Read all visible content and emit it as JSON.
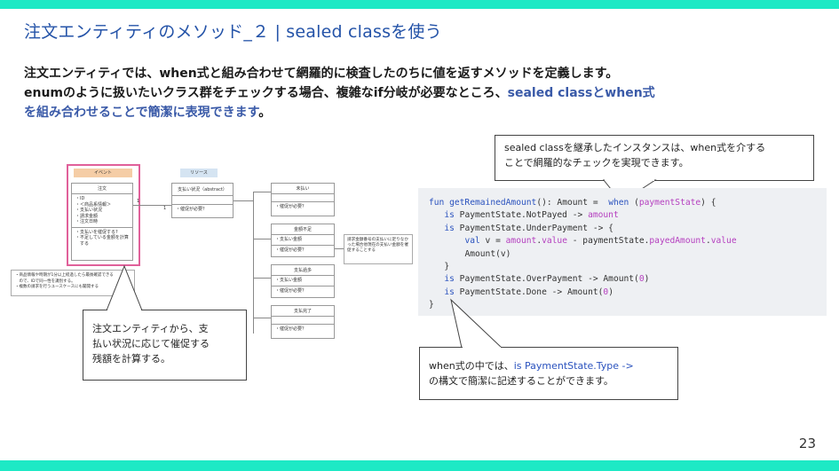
{
  "slide": {
    "title": "注文エンティティのメソッド_２ | sealed classを使う",
    "intro_line1": "注文エンティティでは、when式と組み合わせて網羅的に検査したのちに値を返すメソッドを定義します。",
    "intro_line2": "enumのように扱いたいクラス群をチェックする場合、複雑なif分岐が必要なところ、",
    "intro_highlight_a": "sealed classとwhen式",
    "intro_highlight_b": "を組み合わせることで簡潔に表現できます",
    "intro_end": "。",
    "page_number": "23"
  },
  "diagram": {
    "event_header": "イベント",
    "resource_header": "リソース",
    "order_box": {
      "title": "注文",
      "lines": [
        "ID",
        "＜商品系情報＞",
        "支払い状況",
        "請求金額",
        "注文日時"
      ],
      "method_lines": [
        "支払いを催促する?",
        "不足している金額を計算",
        "する"
      ]
    },
    "payment_status": {
      "title": "支払い状況（abstract）",
      "method": "催促が必要？"
    },
    "multiplicity_left": "1",
    "multiplicity_right": "1",
    "subtypes": [
      {
        "title": "未払い",
        "lines": [
          "催促が必要？"
        ]
      },
      {
        "title": "金額不足",
        "lines": [
          "支払い金額",
          "催促が必要？"
        ]
      },
      {
        "title": "支払過多",
        "lines": [
          "支払い金額",
          "催促が必要？"
        ]
      },
      {
        "title": "支払完了",
        "lines": [
          "催促が必要？"
        ]
      }
    ],
    "note_left": [
      "・商品情報や時期が1分以上経過したら最後確認できる",
      "　ので、IDで同一性を識別する。",
      "・複数の請求を行うユースケースにも聞開する"
    ],
    "note_right": [
      "請求金額番号の支払いに足りなかった場合他現在の支払い金額を催促することする"
    ]
  },
  "callouts": {
    "left": [
      "注文エンティティから、支",
      "払い状況に応じて催促する",
      "残額を計算する。"
    ],
    "top_right": [
      "sealed classを継承したインスタンスは、when式を介する",
      "ことで網羅的なチェックを実現できます。"
    ],
    "bottom_prefix": "when式の中では、",
    "bottom_highlight": "is PaymentState.Type ->",
    "bottom_line2": "の構文で簡潔に記述することができます。"
  },
  "code": {
    "l1_a": "fun",
    "l1_b": "getRemainedAmount",
    "l1_c": "(): Amount = ",
    "l1_d": "when",
    "l1_e": " (",
    "l1_f": "paymentState",
    "l1_g": ") {",
    "l2_a": "is",
    "l2_b": " PaymentState.NotPayed -> ",
    "l2_c": "amount",
    "l3_a": "is",
    "l3_b": " PaymentState.UnderPayment -> {",
    "l4_a": "val",
    "l4_b": " v = ",
    "l4_c": "amount",
    "l4_d": ".",
    "l4_e": "value",
    "l4_f": " - paymentState.",
    "l4_g": "payedAmount",
    "l4_h": ".",
    "l4_i": "value",
    "l5": "Amount(v)",
    "l6": "}",
    "l7_a": "is",
    "l7_b": " PaymentState.OverPayment -> Amount(",
    "l7_c": "0",
    "l7_d": ")",
    "l8_a": "is",
    "l8_b": " PaymentState.Done -> Amount(",
    "l8_c": "0",
    "l8_d": ")",
    "l9": "}"
  },
  "colors": {
    "accent": "#1de9c5",
    "title_blue": "#2453a8",
    "highlight": "#3a5aa8",
    "keyword": "#2a52be",
    "property": "#b53fbf",
    "event_pink": "#e0609a"
  }
}
